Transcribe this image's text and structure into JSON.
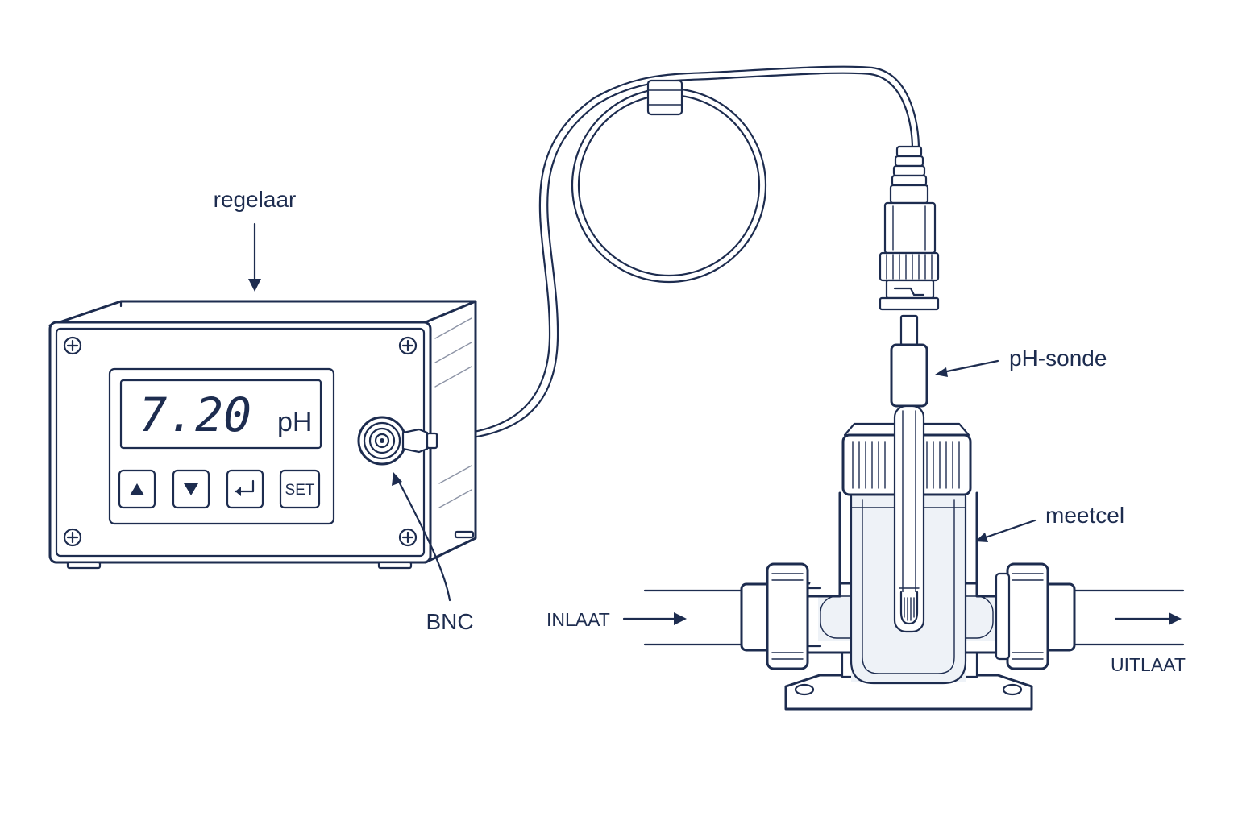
{
  "labels": {
    "controller": "regelaar",
    "probe": "pH-sonde",
    "connector": "BNC",
    "cell": "meetcel",
    "inlet": "INLAAT",
    "outlet": "UITLAAT"
  },
  "display": {
    "value": "7.20",
    "unit": "pH"
  },
  "buttons": {
    "up_icon": "triangle-up-icon",
    "down_icon": "triangle-down-icon",
    "enter_icon": "enter-arrow-icon",
    "set_label": "SET"
  },
  "colors": {
    "line": "#1d2c4f",
    "background": "#ffffff"
  }
}
